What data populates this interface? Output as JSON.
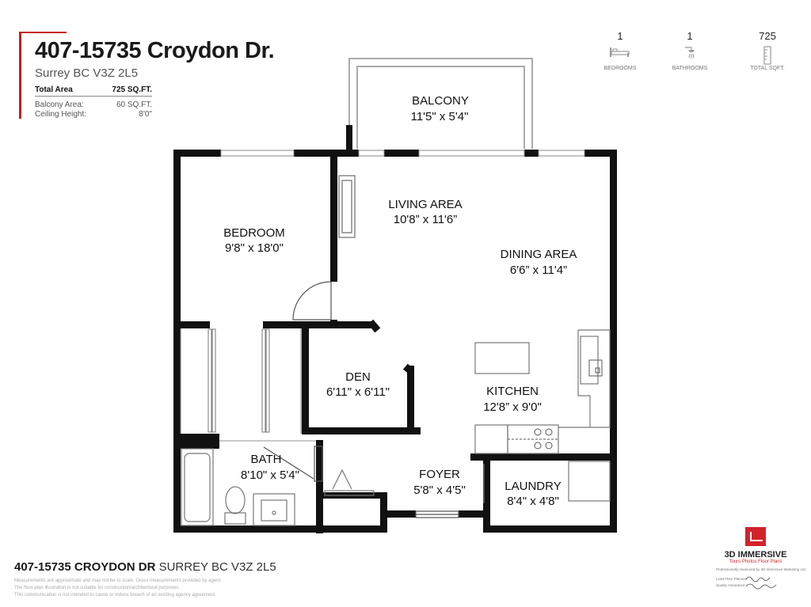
{
  "header": {
    "title": "407-15735 Croydon Dr.",
    "subtitle": "Surrey BC V3Z 2L5",
    "total_area_label": "Total Area",
    "total_area_value": "725 SQ.FT.",
    "balcony_label": "Balcony Area:",
    "balcony_value": "60 SQ.FT.",
    "ceiling_label": "Ceiling Height:",
    "ceiling_value": "8'0\""
  },
  "stats": [
    {
      "value": "1",
      "label": "BEDROOMS",
      "icon": "bed-icon"
    },
    {
      "value": "1",
      "label": "BATHROOMS",
      "icon": "shower-icon"
    },
    {
      "value": "725",
      "label": "TOTAL SQFT.",
      "icon": "ruler-icon"
    }
  ],
  "rooms": {
    "balcony": {
      "name": "BALCONY",
      "size": "11'5\" x 5'4\""
    },
    "living": {
      "name": "LIVING AREA",
      "size": "10'8” x 11'6”"
    },
    "bedroom": {
      "name": "BEDROOM",
      "size": "9'8\" x 18'0\""
    },
    "dining": {
      "name": "DINING AREA",
      "size": "6'6” x 11'4”"
    },
    "den": {
      "name": "DEN",
      "size": "6'11\" x 6'11\""
    },
    "kitchen": {
      "name": "KITCHEN",
      "size": "12'8” x 9'0\""
    },
    "bath": {
      "name": "BATH",
      "size": "8'10\" x 5'4\""
    },
    "foyer": {
      "name": "FOYER",
      "size": "5'8\" x 4'5\""
    },
    "laundry": {
      "name": "LAUNDRY",
      "size": "8'4\" x 4'8\""
    }
  },
  "footer": {
    "address_bold": "407-15735 CROYDON DR",
    "address_rest": " SURREY BC V3Z 2L5",
    "disclaimer": [
      "Measurements are approximate and may not be to scale. Gross measurements provided by agent.",
      "The floor plan illustration is not suitable for construction/architectural purposes.",
      "This communication is not intended to cause or induce breach of an existing agency agreement."
    ]
  },
  "logo": {
    "name": "3D IMMERSIVE",
    "tagline": "Tours  Photos  Floor Plans",
    "credit1": "Professionally measured by 3D Immersive Marketing Ltd.",
    "credit2": "Lead Floor Planner:",
    "credit3": "Quality Assurance:"
  },
  "colors": {
    "accent": "#c41e24",
    "wall": "#111111"
  }
}
